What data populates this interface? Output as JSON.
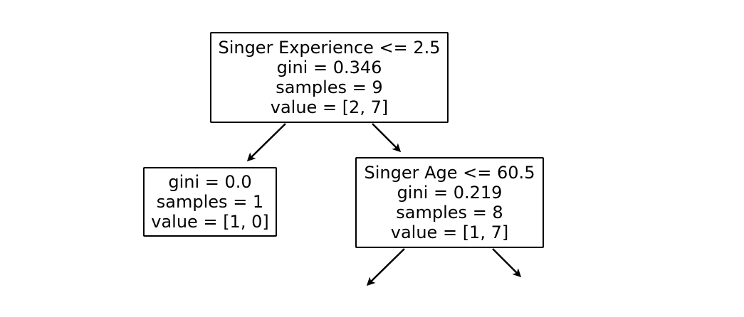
{
  "tree": {
    "root": {
      "condition": "Singer Experience <= 2.5",
      "gini": "gini = 0.346",
      "samples": "samples = 9",
      "value": "value = [2, 7]"
    },
    "left_leaf": {
      "gini": "gini = 0.0",
      "samples": "samples = 1",
      "value": "value = [1, 0]"
    },
    "right_node": {
      "condition": "Singer Age <= 60.5",
      "gini": "gini = 0.219",
      "samples": "samples = 8",
      "value": "value = [1, 7]"
    }
  },
  "colors": {
    "stroke": "#000000",
    "background": "#ffffff"
  }
}
